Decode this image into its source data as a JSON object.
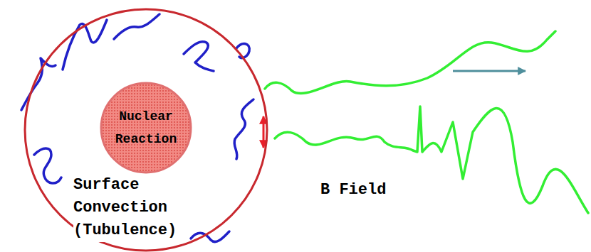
{
  "diagram": {
    "nodes": [
      {
        "text": [
          "Surface Convection (Tubulence)"
        ]
      },
      {
        "text": [
          "Nuclear Reaction"
        ],
        "in": 0
      }
    ],
    "labels": [
      "B Field"
    ]
  }
}
